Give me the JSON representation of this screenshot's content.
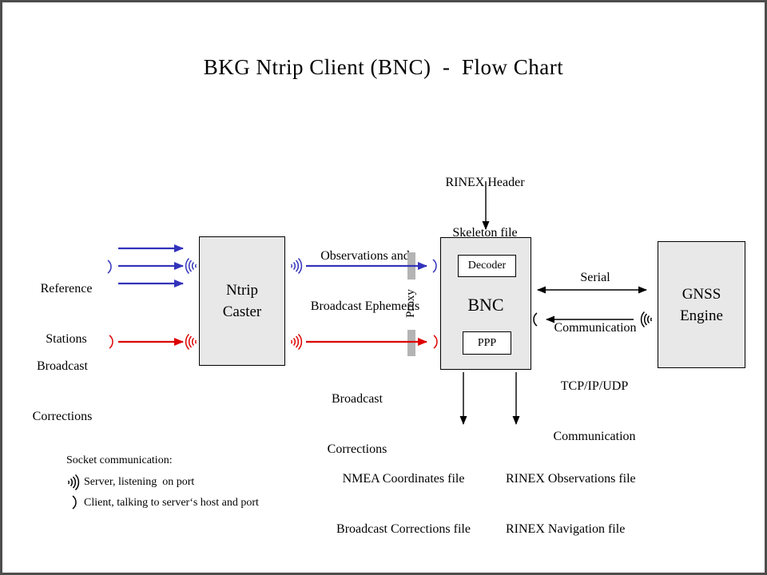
{
  "title": "BKG Ntrip Client (BNC)  -  Flow Chart",
  "colors": {
    "accent_blue": "#3333bb",
    "accent_red": "#dd0000",
    "line_black": "#000000",
    "node_fill": "#e8e8e8",
    "node_border": "#000000",
    "proxy_bar": "#b4b4b4",
    "frame_border": "#4d4d4d"
  },
  "nodes": {
    "ntrip_caster": {
      "line1": "Ntrip",
      "line2": "Caster"
    },
    "bnc": {
      "label": "BNC"
    },
    "decoder": {
      "label": "Decoder"
    },
    "ppp": {
      "label": "PPP"
    },
    "gnss_engine": {
      "line1": "GNSS",
      "line2": "Engine"
    }
  },
  "labels": {
    "reference_stations": {
      "line1": "Reference",
      "line2": "Stations"
    },
    "broadcast_corrections_left": {
      "line1": "Broadcast",
      "line2": "Corrections"
    },
    "observations_ephemeris": {
      "line1": "Observations and",
      "line2": "Broadcast Ephemeris"
    },
    "broadcast_corrections_mid": {
      "line1": "Broadcast",
      "line2": "Corrections"
    },
    "rinex_header_skeleton": {
      "line1": "RINEX Header",
      "line2": "Skeleton file"
    },
    "serial_comm": {
      "line1": "Serial",
      "line2": "Communication"
    },
    "tcp_comm": {
      "line1": "TCP/IP/UDP",
      "line2": "Communication"
    },
    "proxy": "Proxy",
    "nmea_output": {
      "line1": "NMEA Coordinates file",
      "line2": "Broadcast Corrections file"
    },
    "rinex_output": {
      "line1": "RINEX Observations file",
      "line2": "RINEX Navigation file"
    }
  },
  "legend": {
    "title": "Socket communication:",
    "server": "Server, listening  on port",
    "client": "Client, talking to server‘s host and port"
  },
  "icons": {
    "server_symbol": "radio-waves-icon",
    "client_symbol": "arc-icon"
  }
}
